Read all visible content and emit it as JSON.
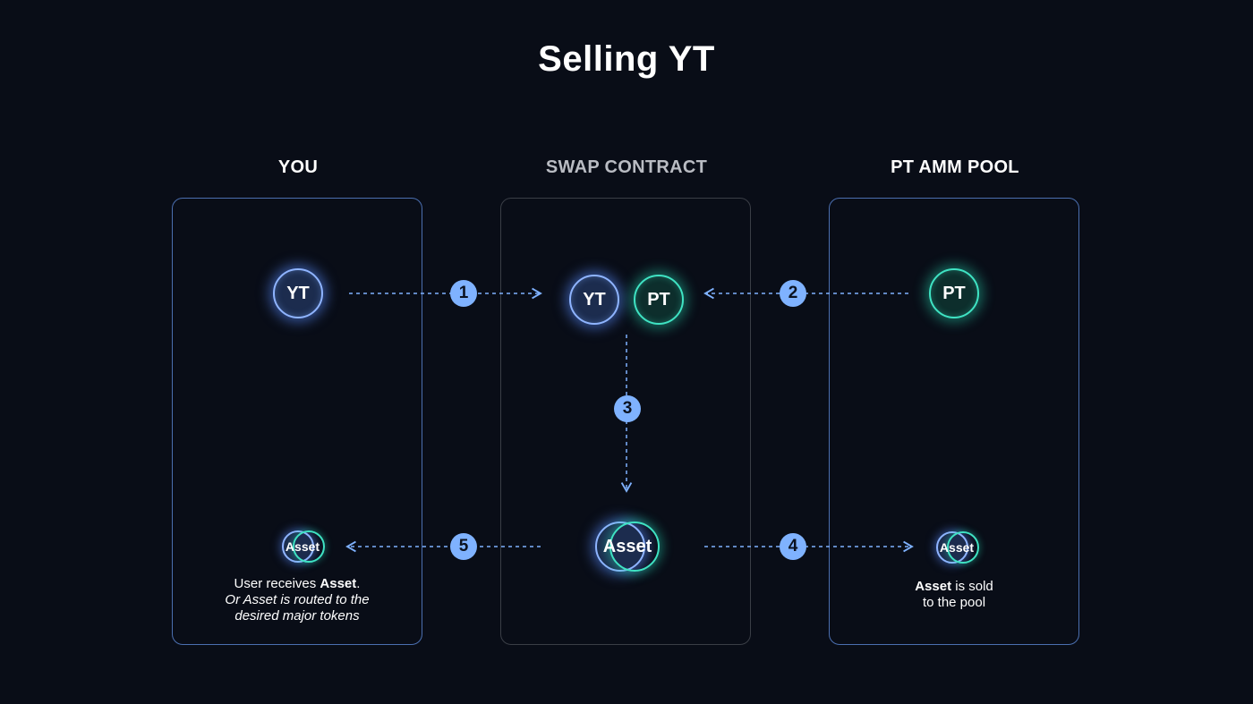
{
  "title": "Selling YT",
  "columns": {
    "you": "YOU",
    "swap": "SWAP CONTRACT",
    "pool": "PT AMM POOL"
  },
  "tokens": {
    "yt": "YT",
    "pt": "PT",
    "asset": "Asset"
  },
  "steps": [
    "1",
    "2",
    "3",
    "4",
    "5"
  ],
  "captions": {
    "you_line1_prefix": "User receives ",
    "you_line1_bold": "Asset",
    "you_line1_suffix": ".",
    "you_line2": "Or Asset is routed to the",
    "you_line3": "desired major tokens",
    "pool_line1_bold": "Asset",
    "pool_line1_suffix": " is sold",
    "pool_line2": "to the pool"
  },
  "colors": {
    "background": "#090d17",
    "panel_blue": "#4b6fb0",
    "panel_gray": "#3a3e46",
    "yt_ring": "#8fb4ff",
    "pt_ring": "#3fe3c3",
    "arrow": "#7fb2ff",
    "muted_title": "#b9bcc3"
  }
}
